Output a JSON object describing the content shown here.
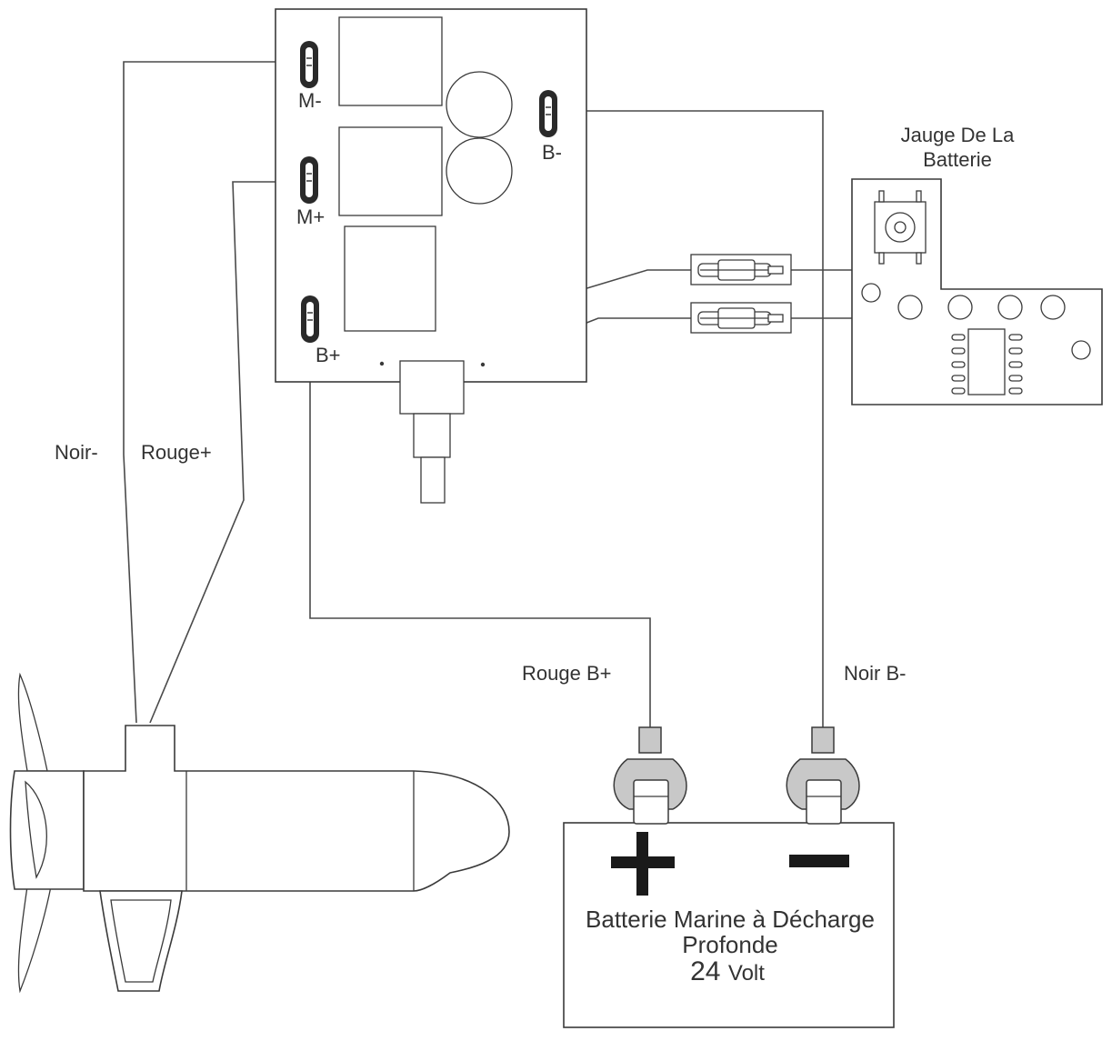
{
  "controller": {
    "terminals": {
      "m_minus": "M-",
      "m_plus": "M+",
      "b_plus": "B+",
      "b_minus": "B-"
    }
  },
  "gauge": {
    "title_line1": "Jauge De La",
    "title_line2": "Batterie"
  },
  "wires": {
    "noir_minus": "Noir-",
    "rouge_plus": "Rouge+",
    "rouge_b_plus": "Rouge B+",
    "noir_b_minus": "Noir B-"
  },
  "battery": {
    "line1": "Batterie Marine à Décharge",
    "line2": "Profonde",
    "voltage_number": "24",
    "voltage_unit": "Volt"
  },
  "colors": {
    "line": "#3a3a3a",
    "text": "#333333",
    "terminal_fill": "#c8c8c8"
  }
}
